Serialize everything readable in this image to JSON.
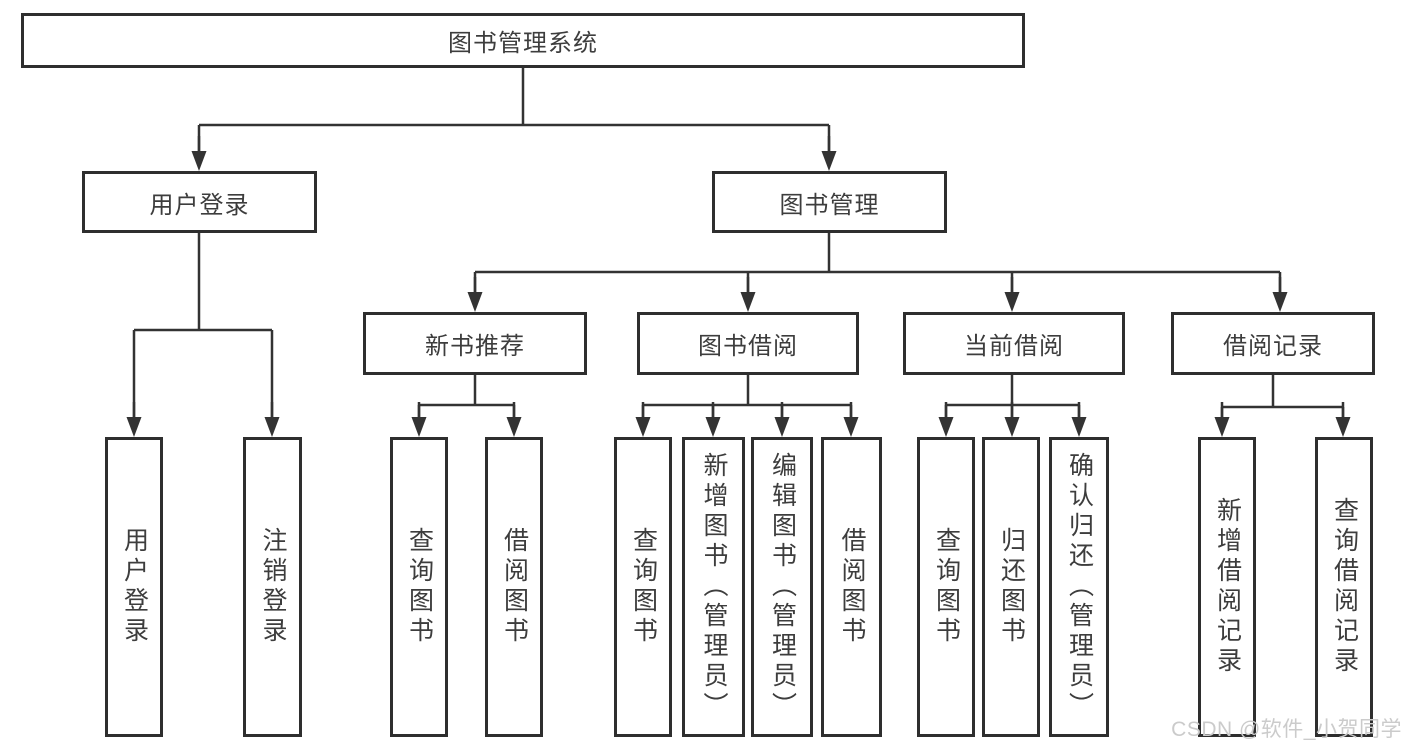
{
  "page": {
    "type": "functional-structure-diagram",
    "background": "#ffffff"
  },
  "colors": {
    "line": "#333333",
    "box_border": "#2e2e2e",
    "box_fill": "#ffffff",
    "text": "#3d3d3d",
    "watermark": "#cbcbcb"
  },
  "watermark": {
    "text": "CSDN @软件_小贺同学"
  },
  "diagram": {
    "nodes": [
      {
        "id": "root",
        "label": "图书管理系统",
        "parent": null
      },
      {
        "id": "user-login",
        "label": "用户登录",
        "parent": "root"
      },
      {
        "id": "book-management",
        "label": "图书管理",
        "parent": "root"
      },
      {
        "id": "leaf-user-login",
        "label": "用户登录",
        "parent": "user-login"
      },
      {
        "id": "leaf-logout-login",
        "label": "注销登录",
        "parent": "user-login"
      },
      {
        "id": "new-book-recommend",
        "label": "新书推荐",
        "parent": "book-management"
      },
      {
        "id": "book-borrowing",
        "label": "图书借阅",
        "parent": "book-management"
      },
      {
        "id": "current-borrowing",
        "label": "当前借阅",
        "parent": "book-management"
      },
      {
        "id": "borrowing-records",
        "label": "借阅记录",
        "parent": "book-management"
      },
      {
        "id": "nb-query-books",
        "label": "查询图书",
        "parent": "new-book-recommend"
      },
      {
        "id": "nb-borrow-books",
        "label": "借阅图书",
        "parent": "new-book-recommend"
      },
      {
        "id": "bb-query-books",
        "label": "查询图书",
        "parent": "book-borrowing"
      },
      {
        "id": "bb-add-books",
        "label": "新增图书（管理员）",
        "parent": "book-borrowing"
      },
      {
        "id": "bb-edit-books",
        "label": "编辑图书（管理员）",
        "parent": "book-borrowing"
      },
      {
        "id": "bb-borrow-books",
        "label": "借阅图书",
        "parent": "book-borrowing"
      },
      {
        "id": "cb-query-books",
        "label": "查询图书",
        "parent": "current-borrowing"
      },
      {
        "id": "cb-return-books",
        "label": "归还图书",
        "parent": "current-borrowing"
      },
      {
        "id": "cb-confirm-return",
        "label": "确认归还（管理员）",
        "parent": "current-borrowing"
      },
      {
        "id": "br-add-record",
        "label": "新增借阅记录",
        "parent": "borrowing-records"
      },
      {
        "id": "br-query-record",
        "label": "查询借阅记录",
        "parent": "borrowing-records"
      }
    ]
  }
}
